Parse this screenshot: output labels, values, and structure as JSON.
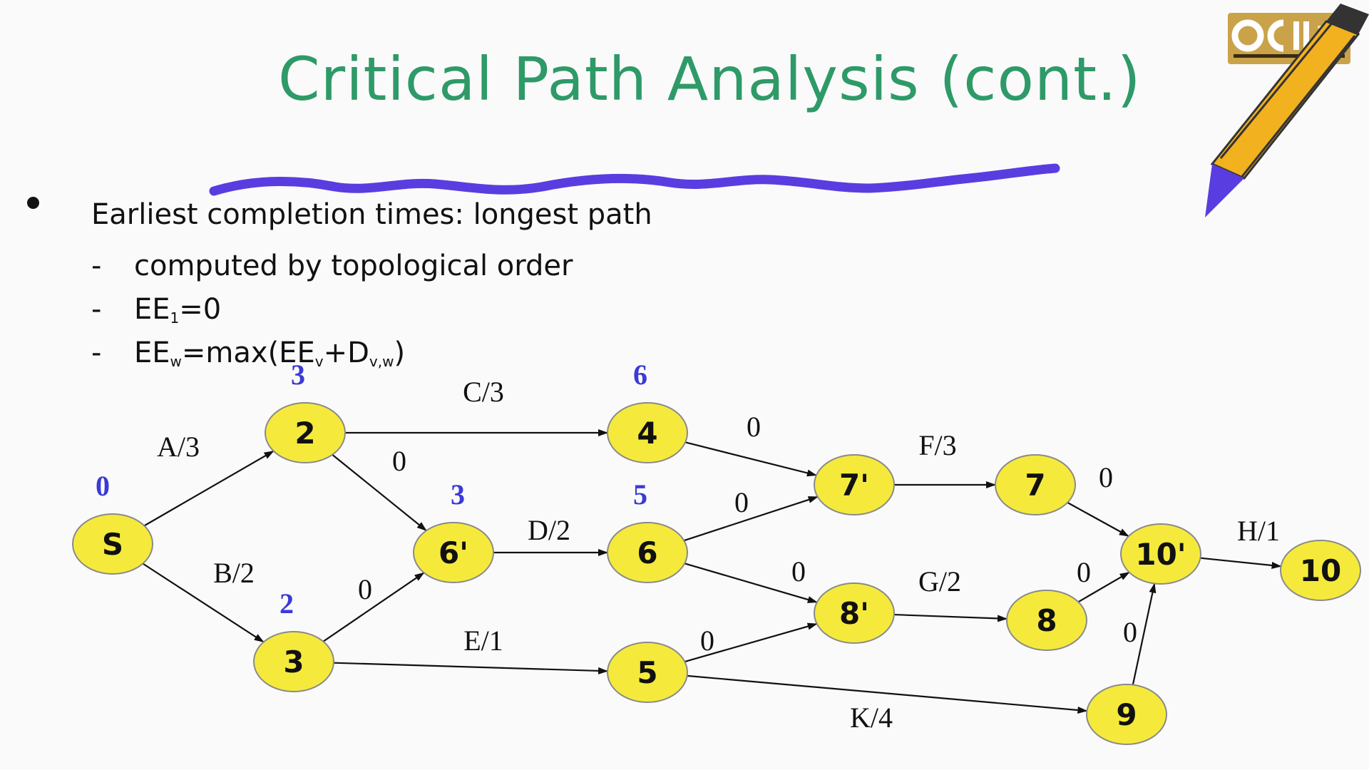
{
  "slide": {
    "title": "Critical Path Analysis (cont.)",
    "bullet": "Earliest completion times: longest path",
    "subitems": [
      {
        "dash": "-",
        "text": "computed by topological order"
      },
      {
        "dash": "-",
        "pre": "EE",
        "sub": "1",
        "post": "=0"
      },
      {
        "dash": "-",
        "pre": "EE",
        "sub": "w",
        "mid": "=max(EE",
        "sub2": "v",
        "mid2": "+D",
        "sub3": "v,w",
        "post": ")"
      }
    ]
  },
  "colors": {
    "title": "#2e9a68",
    "node_fill": "#f5ea3c",
    "node_stroke": "#8a8a8a",
    "earliest_time": "#3a3ad8",
    "underline": "#5a3de0",
    "edge": "#111111"
  },
  "diagram": {
    "nodes": [
      {
        "id": "S",
        "label": "S",
        "ee": "0"
      },
      {
        "id": "2",
        "label": "2",
        "ee": "3"
      },
      {
        "id": "3",
        "label": "3",
        "ee": "2"
      },
      {
        "id": "4",
        "label": "4",
        "ee": "6"
      },
      {
        "id": "6p",
        "label": "6'",
        "ee": "3"
      },
      {
        "id": "6",
        "label": "6",
        "ee": "5"
      },
      {
        "id": "5",
        "label": "5",
        "ee": ""
      },
      {
        "id": "7p",
        "label": "7'",
        "ee": ""
      },
      {
        "id": "8p",
        "label": "8'",
        "ee": ""
      },
      {
        "id": "7",
        "label": "7",
        "ee": ""
      },
      {
        "id": "8",
        "label": "8",
        "ee": ""
      },
      {
        "id": "9",
        "label": "9",
        "ee": ""
      },
      {
        "id": "10p",
        "label": "10'",
        "ee": ""
      },
      {
        "id": "10",
        "label": "10",
        "ee": ""
      }
    ],
    "edges": [
      {
        "from": "S",
        "to": "2",
        "label": "A/3"
      },
      {
        "from": "S",
        "to": "3",
        "label": "B/2"
      },
      {
        "from": "2",
        "to": "4",
        "label": "C/3"
      },
      {
        "from": "2",
        "to": "6p",
        "label": "0"
      },
      {
        "from": "3",
        "to": "6p",
        "label": "0"
      },
      {
        "from": "3",
        "to": "5",
        "label": "E/1"
      },
      {
        "from": "6p",
        "to": "6",
        "label": "D/2"
      },
      {
        "from": "4",
        "to": "7p",
        "label": "0"
      },
      {
        "from": "6",
        "to": "7p",
        "label": "0"
      },
      {
        "from": "6",
        "to": "8p",
        "label": "0"
      },
      {
        "from": "5",
        "to": "8p",
        "label": "0"
      },
      {
        "from": "5",
        "to": "9",
        "label": "K/4"
      },
      {
        "from": "7p",
        "to": "7",
        "label": "F/3"
      },
      {
        "from": "8p",
        "to": "8",
        "label": "G/2"
      },
      {
        "from": "7",
        "to": "10p",
        "label": "0"
      },
      {
        "from": "8",
        "to": "10p",
        "label": "0"
      },
      {
        "from": "9",
        "to": "10p",
        "label": "0"
      },
      {
        "from": "10p",
        "to": "10",
        "label": "H/1"
      }
    ]
  }
}
